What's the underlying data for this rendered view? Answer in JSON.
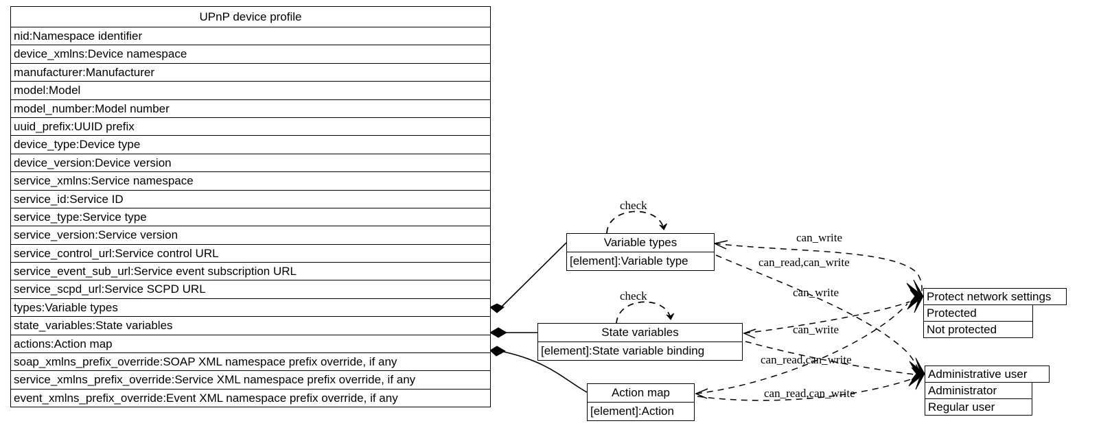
{
  "diagram": {
    "type": "uml-class-diagram",
    "background": "#ffffff",
    "line_color": "#000000"
  },
  "profile_table": {
    "title": "UPnP device profile",
    "attributes": [
      "nid:Namespace identifier",
      "device_xmlns:Device namespace",
      "manufacturer:Manufacturer",
      "model:Model",
      "model_number:Model number",
      "uuid_prefix:UUID prefix",
      "device_type:Device type",
      "device_version:Device version",
      "service_xmlns:Service namespace",
      "service_id:Service ID",
      "service_type:Service type",
      "service_version:Service version",
      "service_control_url:Service control URL",
      "service_event_sub_url:Service event subscription URL",
      "service_scpd_url:Service SCPD URL",
      "types:Variable types",
      "state_variables:State variables",
      "actions:Action map",
      "soap_xmlns_prefix_override:SOAP XML namespace prefix override, if any",
      "service_xmlns_prefix_override:Service XML namespace prefix override, if any",
      "event_xmlns_prefix_override:Event XML namespace prefix override, if any"
    ]
  },
  "variable_types_box": {
    "title": "Variable types",
    "attributes": [
      "[element]:Variable type"
    ]
  },
  "state_variables_box": {
    "title": "State variables",
    "attributes": [
      "[element]:State variable binding"
    ]
  },
  "action_map_box": {
    "title": "Action map",
    "attributes": [
      "[element]:Action"
    ]
  },
  "protect_box": {
    "title": "Protect network settings",
    "values": [
      "Protected",
      "Not protected"
    ]
  },
  "admin_box": {
    "title": "Administrative user",
    "values": [
      "Administrator",
      "Regular user"
    ]
  },
  "edge_labels": {
    "check_variable_types": "check",
    "check_state_variables": "check",
    "vt_protect_can_write": "can_write",
    "vt_admin_can_read_can_write": "can_read,can_write",
    "sv_protect_can_write": "can_write",
    "am_protect_can_write": "can_write",
    "sv_admin_can_read_can_write": "can_read,can_write",
    "am_admin_can_read_can_write": "can_read,can_write"
  }
}
